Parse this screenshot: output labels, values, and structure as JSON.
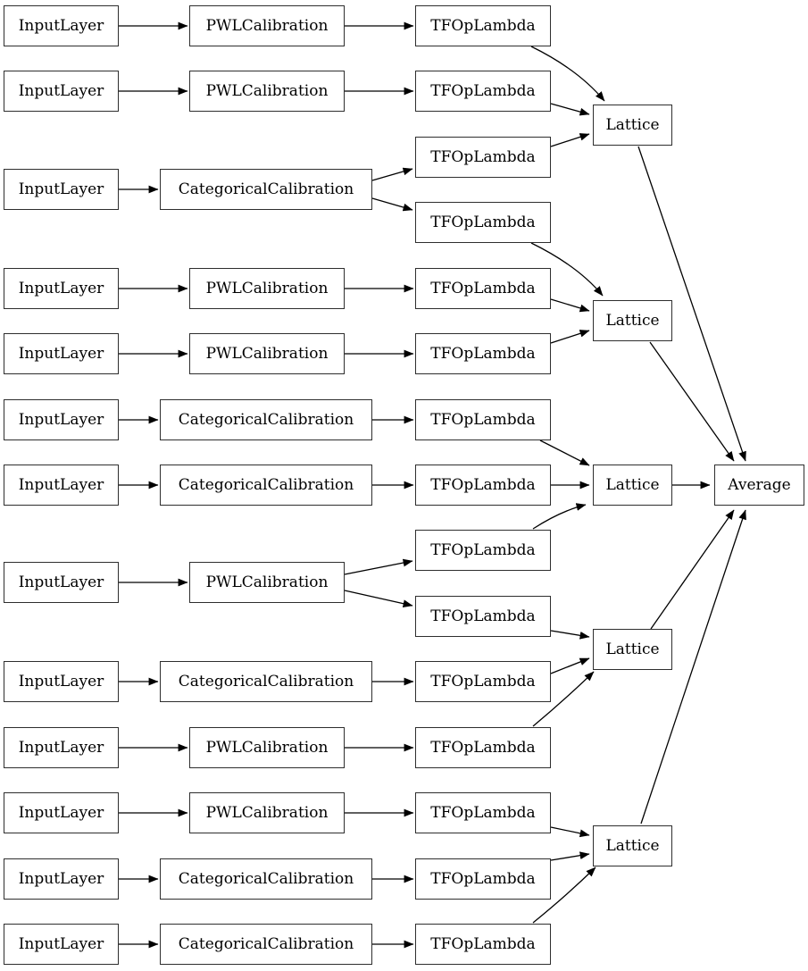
{
  "labels": {
    "input_layer": "InputLayer",
    "pwl_calibration": "PWLCalibration",
    "categorical_calibration": "CategoricalCalibration",
    "tf_op_lambda": "TFOpLambda",
    "lattice": "Lattice",
    "average": "Average"
  },
  "colors": {
    "background": "#ffffff",
    "node_fill": "#ffffff",
    "node_border": "#2e2e2e",
    "edge": "#000000",
    "text": "#000000"
  },
  "graph": {
    "nodes": [
      {
        "id": "input_1",
        "label": "InputLayer"
      },
      {
        "id": "input_2",
        "label": "InputLayer"
      },
      {
        "id": "input_3",
        "label": "InputLayer"
      },
      {
        "id": "input_4",
        "label": "InputLayer"
      },
      {
        "id": "input_5",
        "label": "InputLayer"
      },
      {
        "id": "input_6",
        "label": "InputLayer"
      },
      {
        "id": "input_7",
        "label": "InputLayer"
      },
      {
        "id": "input_8",
        "label": "InputLayer"
      },
      {
        "id": "input_9",
        "label": "InputLayer"
      },
      {
        "id": "input_10",
        "label": "InputLayer"
      },
      {
        "id": "input_11",
        "label": "InputLayer"
      },
      {
        "id": "input_12",
        "label": "InputLayer"
      },
      {
        "id": "input_13",
        "label": "InputLayer"
      },
      {
        "id": "pwl_1",
        "label": "PWLCalibration"
      },
      {
        "id": "pwl_2",
        "label": "PWLCalibration"
      },
      {
        "id": "pwl_3",
        "label": "PWLCalibration"
      },
      {
        "id": "pwl_4",
        "label": "PWLCalibration"
      },
      {
        "id": "pwl_5",
        "label": "PWLCalibration"
      },
      {
        "id": "pwl_6",
        "label": "PWLCalibration"
      },
      {
        "id": "pwl_7",
        "label": "PWLCalibration"
      },
      {
        "id": "cat_1",
        "label": "CategoricalCalibration"
      },
      {
        "id": "cat_2",
        "label": "CategoricalCalibration"
      },
      {
        "id": "cat_3",
        "label": "CategoricalCalibration"
      },
      {
        "id": "cat_4",
        "label": "CategoricalCalibration"
      },
      {
        "id": "cat_5",
        "label": "CategoricalCalibration"
      },
      {
        "id": "cat_6",
        "label": "CategoricalCalibration"
      },
      {
        "id": "tfop_1",
        "label": "TFOpLambda"
      },
      {
        "id": "tfop_2",
        "label": "TFOpLambda"
      },
      {
        "id": "tfop_3",
        "label": "TFOpLambda"
      },
      {
        "id": "tfop_4",
        "label": "TFOpLambda"
      },
      {
        "id": "tfop_5",
        "label": "TFOpLambda"
      },
      {
        "id": "tfop_6",
        "label": "TFOpLambda"
      },
      {
        "id": "tfop_7",
        "label": "TFOpLambda"
      },
      {
        "id": "tfop_8",
        "label": "TFOpLambda"
      },
      {
        "id": "tfop_9",
        "label": "TFOpLambda"
      },
      {
        "id": "tfop_10",
        "label": "TFOpLambda"
      },
      {
        "id": "tfop_11",
        "label": "TFOpLambda"
      },
      {
        "id": "tfop_12",
        "label": "TFOpLambda"
      },
      {
        "id": "tfop_13",
        "label": "TFOpLambda"
      },
      {
        "id": "tfop_14",
        "label": "TFOpLambda"
      },
      {
        "id": "tfop_15",
        "label": "TFOpLambda"
      },
      {
        "id": "lattice_1",
        "label": "Lattice"
      },
      {
        "id": "lattice_2",
        "label": "Lattice"
      },
      {
        "id": "lattice_3",
        "label": "Lattice"
      },
      {
        "id": "lattice_4",
        "label": "Lattice"
      },
      {
        "id": "lattice_5",
        "label": "Lattice"
      },
      {
        "id": "average",
        "label": "Average"
      }
    ],
    "edges": [
      [
        "input_1",
        "pwl_1"
      ],
      [
        "input_2",
        "pwl_2"
      ],
      [
        "input_3",
        "cat_1"
      ],
      [
        "input_4",
        "pwl_3"
      ],
      [
        "input_5",
        "pwl_4"
      ],
      [
        "input_6",
        "cat_2"
      ],
      [
        "input_7",
        "cat_3"
      ],
      [
        "input_8",
        "pwl_5"
      ],
      [
        "input_9",
        "cat_4"
      ],
      [
        "input_10",
        "pwl_6"
      ],
      [
        "input_11",
        "pwl_7"
      ],
      [
        "input_12",
        "cat_5"
      ],
      [
        "input_13",
        "cat_6"
      ],
      [
        "pwl_1",
        "tfop_1"
      ],
      [
        "pwl_2",
        "tfop_2"
      ],
      [
        "cat_1",
        "tfop_3"
      ],
      [
        "cat_1",
        "tfop_4"
      ],
      [
        "pwl_3",
        "tfop_5"
      ],
      [
        "pwl_4",
        "tfop_6"
      ],
      [
        "cat_2",
        "tfop_7"
      ],
      [
        "cat_3",
        "tfop_8"
      ],
      [
        "pwl_5",
        "tfop_9"
      ],
      [
        "pwl_5",
        "tfop_10"
      ],
      [
        "cat_4",
        "tfop_11"
      ],
      [
        "pwl_6",
        "tfop_12"
      ],
      [
        "pwl_7",
        "tfop_13"
      ],
      [
        "cat_5",
        "tfop_14"
      ],
      [
        "cat_6",
        "tfop_15"
      ],
      [
        "tfop_1",
        "lattice_1"
      ],
      [
        "tfop_2",
        "lattice_1"
      ],
      [
        "tfop_3",
        "lattice_1"
      ],
      [
        "tfop_4",
        "lattice_2"
      ],
      [
        "tfop_5",
        "lattice_2"
      ],
      [
        "tfop_6",
        "lattice_2"
      ],
      [
        "tfop_7",
        "lattice_3"
      ],
      [
        "tfop_8",
        "lattice_3"
      ],
      [
        "tfop_9",
        "lattice_3"
      ],
      [
        "tfop_10",
        "lattice_4"
      ],
      [
        "tfop_11",
        "lattice_4"
      ],
      [
        "tfop_12",
        "lattice_4"
      ],
      [
        "tfop_13",
        "lattice_5"
      ],
      [
        "tfop_14",
        "lattice_5"
      ],
      [
        "tfop_15",
        "lattice_5"
      ],
      [
        "lattice_1",
        "average"
      ],
      [
        "lattice_2",
        "average"
      ],
      [
        "lattice_3",
        "average"
      ],
      [
        "lattice_4",
        "average"
      ],
      [
        "lattice_5",
        "average"
      ]
    ]
  }
}
